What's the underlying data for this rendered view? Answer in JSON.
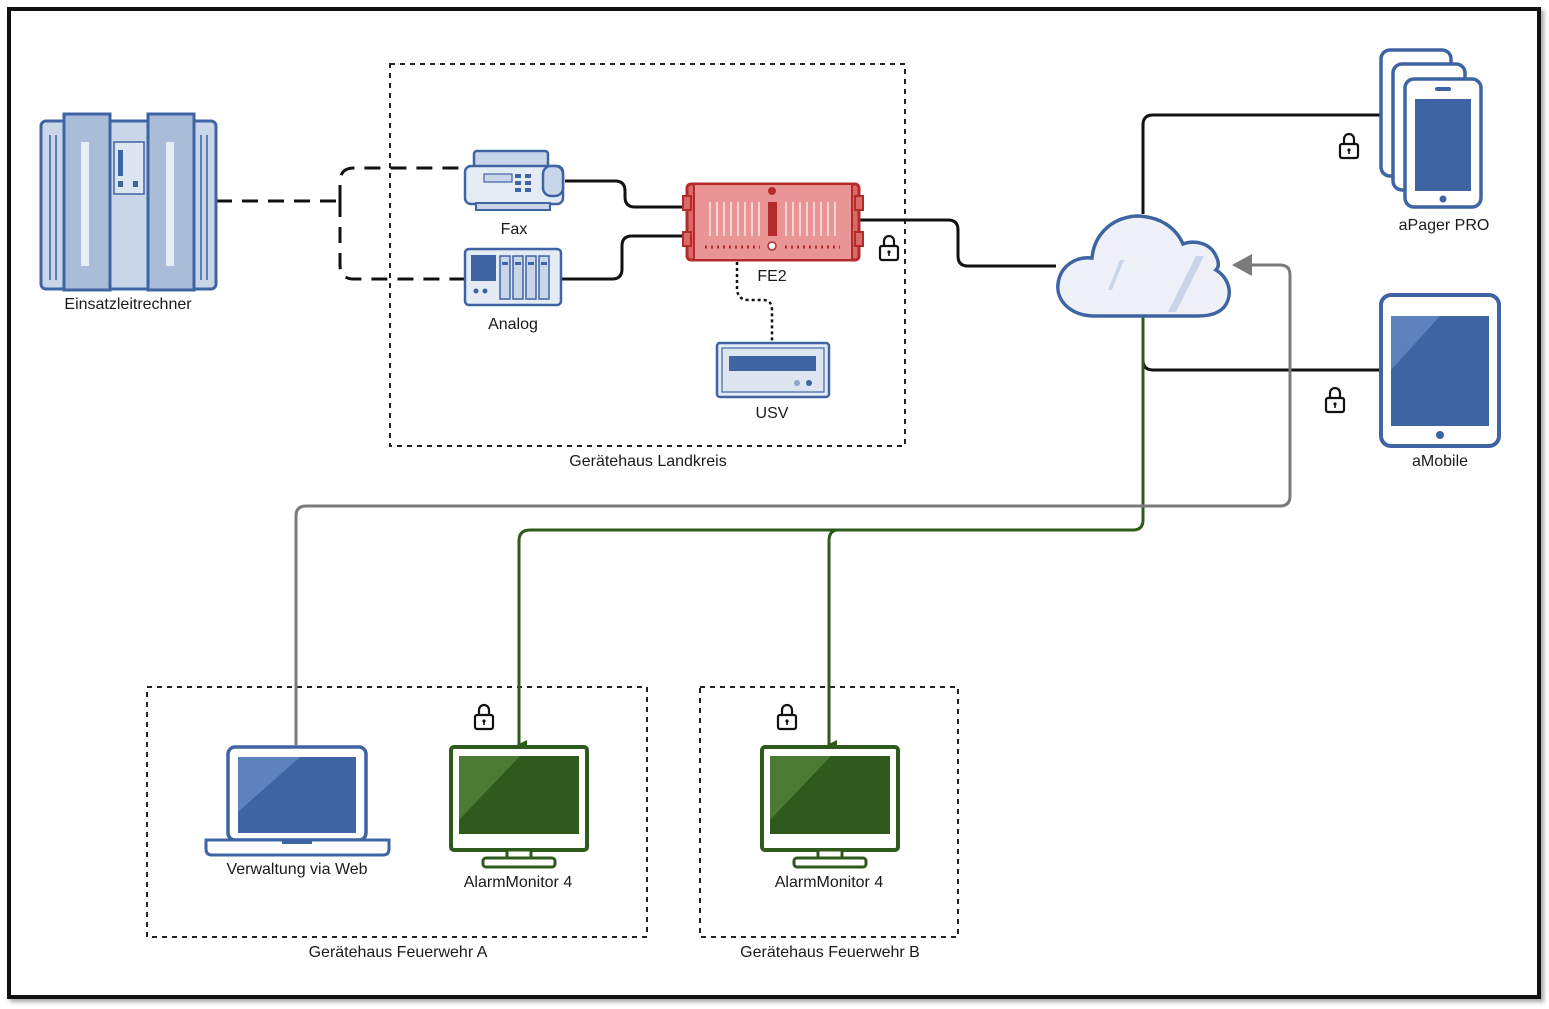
{
  "nodes": {
    "einsatzleitrechner": "Einsatzleitrechner",
    "fax": "Fax",
    "analog": "Analog",
    "fe2": "FE2",
    "usv": "USV",
    "apager": "aPager PRO",
    "amobile": "aMobile",
    "verwaltung": "Verwaltung via Web",
    "alarmmonitor_a": "AlarmMonitor 4",
    "alarmmonitor_b": "AlarmMonitor 4"
  },
  "groups": {
    "landkreis": "Gerätehaus Landkreis",
    "feuerwehr_a": "Gerätehaus Feuerwehr A",
    "feuerwehr_b": "Gerätehaus Feuerwehr B"
  },
  "colors": {
    "device_blue": "#3e64a3",
    "device_fill": "#c9d6ea",
    "fe2_red": "#b52b2b",
    "monitor_green": "#2f5a1e",
    "link_green": "#2f5a1e",
    "link_gray": "#7a7a7a",
    "link_black": "#111111"
  },
  "icons": {
    "lock": "lock-icon",
    "cloud": "cloud-icon"
  }
}
